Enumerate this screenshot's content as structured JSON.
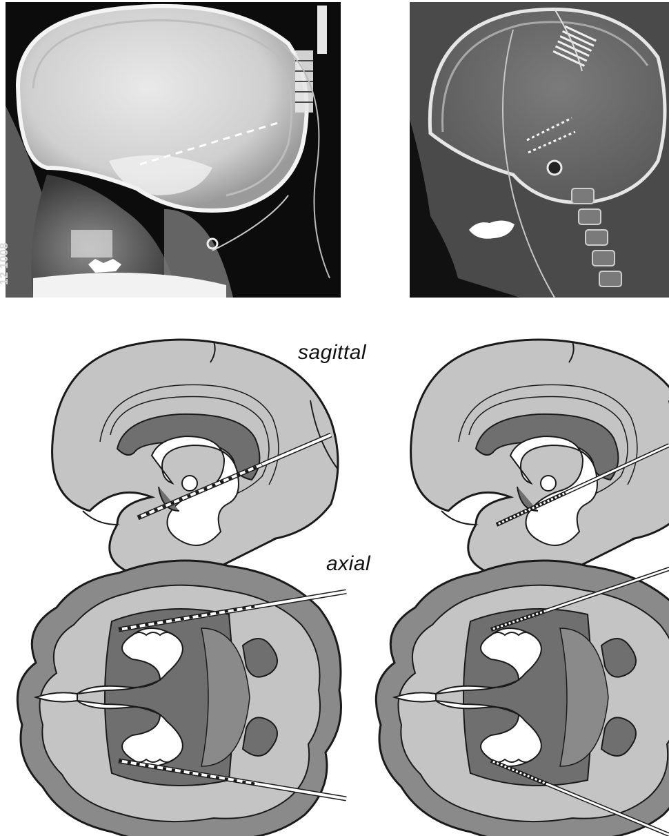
{
  "xray_left": {
    "side_marker": "12 1008"
  },
  "labels": {
    "sagittal": "sagittal",
    "axial": "axial"
  },
  "colors": {
    "background": "#ffffff",
    "xray_dark": "#111111",
    "brain_light": "#c4c4c4",
    "brain_mid": "#8a8a8a",
    "brain_dark": "#6f6f6f",
    "white_matter": "#ffffff",
    "outline": "#1a1a1a"
  }
}
